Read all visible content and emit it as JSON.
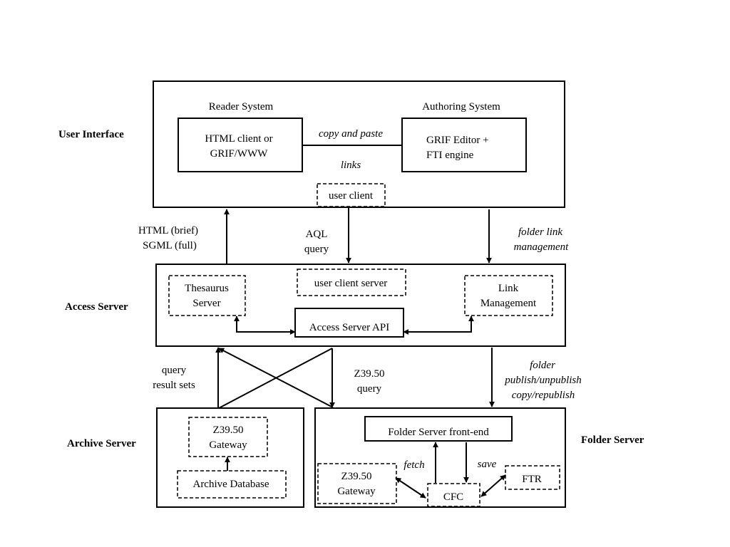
{
  "layers": {
    "user_interface": "User Interface",
    "access_server": "Access Server",
    "archive_server": "Archive Server",
    "folder_server": "Folder Server"
  },
  "user_interface": {
    "reader_title": "Reader System",
    "reader_box": [
      "HTML client or",
      "GRIF/WWW"
    ],
    "authoring_title": "Authoring System",
    "authoring_box": [
      "GRIF Editor +",
      "FTI engine"
    ],
    "copy_paste": "copy and paste",
    "links": "links",
    "user_client": "user client"
  },
  "edges_top": {
    "html_brief": "HTML (brief)",
    "sgml_full": "SGML (full)",
    "aql": "AQL",
    "query": "query",
    "folder_link": "folder link",
    "management": "management"
  },
  "access_server": {
    "thesaurus": [
      "Thesaurus",
      "Server"
    ],
    "user_client_server": "user client server",
    "link_management": [
      "Link",
      "Management"
    ],
    "api": "Access Server API"
  },
  "edges_bottom": {
    "query": "query",
    "result_sets": "result sets",
    "z3950": "Z39.50",
    "z_query": "query",
    "folder": "folder",
    "publish": "publish/unpublish",
    "copy": "copy/republish"
  },
  "archive_server": {
    "gateway": [
      "Z39.50",
      "Gateway"
    ],
    "database": "Archive Database"
  },
  "folder_server": {
    "front_end": "Folder Server front-end",
    "gateway": [
      "Z39.50",
      "Gateway"
    ],
    "cfc": "CFC",
    "ftr": "FTR",
    "fetch": "fetch",
    "save": "save"
  }
}
